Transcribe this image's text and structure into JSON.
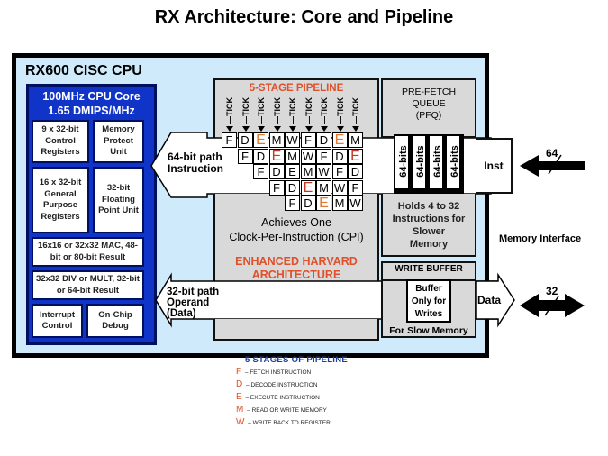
{
  "title": "RX Architecture: Core and Pipeline",
  "cpu_label": "RX600 CISC CPU",
  "core": {
    "title_line1": "100MHz CPU Core",
    "title_line2": "1.65 DMIPS/MHz",
    "blocks": [
      "9 x 32-bit Control Registers",
      "Memory Protect Unit",
      "16 x 32-bit General Purpose Registers",
      "32-bit Floating Point Unit",
      "16x16 or 32x32 MAC, 48-bit or 80-bit Result",
      "32x32 DIV or MULT, 32-bit or 64-bit Result",
      "Interrupt Control",
      "On-Chip Debug"
    ]
  },
  "pipeline": {
    "title": "5-STAGE PIPELINE",
    "tick_label": "TICK",
    "tick_count": 9,
    "rows": [
      [
        "F",
        "D",
        "E",
        "M",
        "W",
        "F",
        "D",
        "E",
        "M"
      ],
      [
        "F",
        "D",
        "E",
        "M",
        "W",
        "F",
        "D",
        "E"
      ],
      [
        "F",
        "D",
        "E",
        "M",
        "W",
        "F",
        "D"
      ],
      [
        "F",
        "D",
        "E",
        "M",
        "W",
        "F"
      ],
      [
        "F",
        "D",
        "E",
        "M",
        "W"
      ]
    ],
    "cpi_line1": "Achieves One",
    "cpi_line2": "Clock-Per-Instruction  (CPI)",
    "harvard_line1": "ENHANCED HARVARD",
    "harvard_line2": "ARCHITECTURE"
  },
  "paths": {
    "instruction_line1": "64-bit path",
    "instruction_line2": "Instruction",
    "operand_line1": "32-bit path",
    "operand_line2": "Operand",
    "operand_line3": "(Data)"
  },
  "pfq": {
    "title_line1": "PRE-FETCH",
    "title_line2": "QUEUE",
    "title_line3": "(PFQ)",
    "slots": [
      "64-bits",
      "64-bits",
      "64-bits",
      "64-bits"
    ],
    "note_line1": "Holds  4 to 32",
    "note_line2": "Instructions for",
    "note_line3": "Slower",
    "note_line4": "Memory"
  },
  "write_buffer": {
    "title": "WRITE BUFFER",
    "inner_line1": "Buffer",
    "inner_line2": "Only for",
    "inner_line3": "Writes",
    "note": "For  Slow Memory"
  },
  "memory_interface": {
    "label": "Memory Interface",
    "inst_label": "Inst",
    "data_label": "Data",
    "inst_width": "64",
    "data_width": "32"
  },
  "legend": {
    "title": "5 STAGES OF PIPELINE",
    "items": [
      {
        "key": "F",
        "desc": "FETCH INSTRUCTION"
      },
      {
        "key": "D",
        "desc": "DECODE INSTRUCTION"
      },
      {
        "key": "E",
        "desc": "EXECUTE INSTRUCTION"
      },
      {
        "key": "M",
        "desc": "READ OR WRITE MEMORY"
      },
      {
        "key": "W",
        "desc": "WRITE BACK TO REGISTER"
      }
    ]
  },
  "colors": {
    "core_blue": "#1033c8",
    "cpu_bg": "#cfeafb",
    "accent_orange": "#e0502a",
    "legend_blue": "#1f3f9a"
  }
}
